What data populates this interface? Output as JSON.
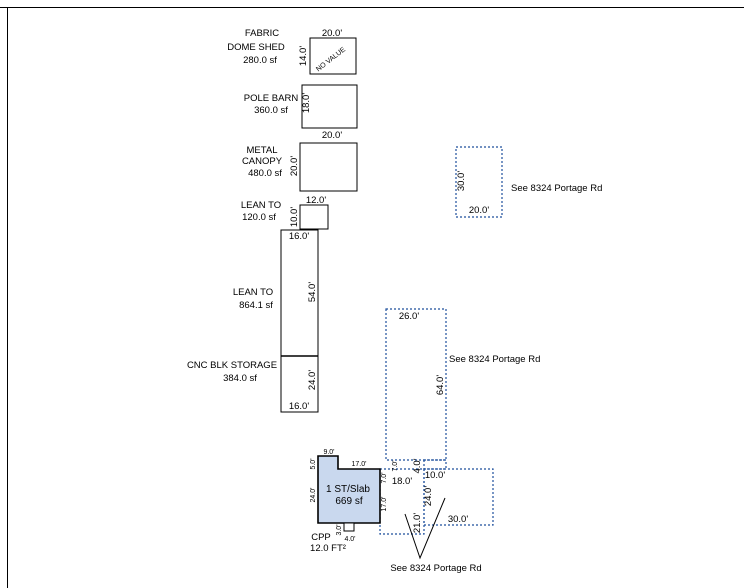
{
  "structures": {
    "fabric_dome_shed": {
      "name_line1": "FABRIC",
      "name_line2": "DOME SHED",
      "area": "280.0 sf",
      "width": "20.0'",
      "depth": "14.0'",
      "note": "NO VALUE"
    },
    "pole_barn": {
      "name": "POLE BARN",
      "area": "360.0 sf",
      "width": "20.0'",
      "depth": "18.0'"
    },
    "metal_canopy": {
      "name_line1": "METAL",
      "name_line2": "CANOPY",
      "area": "480.0 sf",
      "depth": "20.0'"
    },
    "lean_to_small": {
      "name": "LEAN TO",
      "area": "120.0 sf",
      "width": "12.0'",
      "depth": "10.0'"
    },
    "lean_to_large": {
      "name": "LEAN TO",
      "area": "864.1 sf",
      "width": "16.0'",
      "depth": "54.0'"
    },
    "cnc_blk_storage": {
      "name": "CNC BLK STORAGE",
      "area": "384.0 sf",
      "width": "16.0'",
      "depth": "24.0'"
    },
    "main_house": {
      "name": "1 ST/Slab",
      "area": "669 sf",
      "dim_top_left": "9.0'",
      "dim_left_notch": "5.0'",
      "dim_top_right": "17.0'",
      "dim_left": "24.0'",
      "dim_right_upper": "7.0'",
      "dim_right_lower": "17.0'",
      "dim_bottom": "3.0'"
    },
    "cpp": {
      "name": "CPP",
      "area": "12.0 FT²",
      "width": "4.0'",
      "depth": "3.0'"
    }
  },
  "references": {
    "upper_right": {
      "label": "See 8324 Portage Rd",
      "width": "20.0'",
      "depth": "30.0'"
    },
    "middle": {
      "label": "See 8324 Portage Rd",
      "width": "26.0'",
      "depth": "64.0'"
    },
    "bottom": {
      "label": "See 8324 Portage Rd"
    }
  },
  "dims_misc": {
    "d18": "18.0'",
    "d7": "7.0'",
    "d4": "4.0'",
    "d10": "10.0'",
    "d24": "24.0'",
    "d21": "21.0'",
    "d30": "30.0'"
  }
}
